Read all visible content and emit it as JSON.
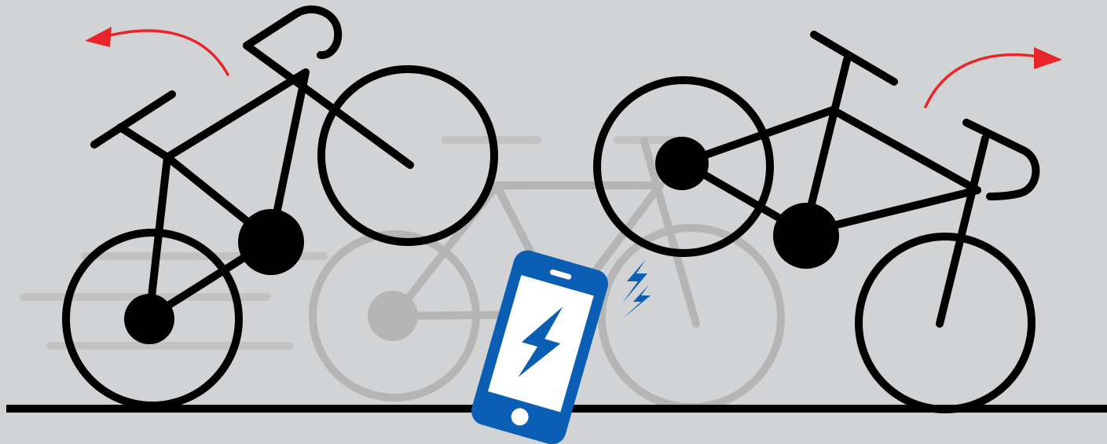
{
  "scene": {
    "background_color": "#d1d3d4",
    "ink_color": "#000000",
    "ghost_color": "#b5b5b5",
    "motion_line_color": "#c2c2c2",
    "arrow_color": "#e8262a",
    "phone_color": "#0a5fb4",
    "phone_screen_color": "#ffffff",
    "icons": [
      "bicycle-left",
      "bicycle-ghost",
      "bicycle-right",
      "smartphone",
      "lightning-bolt",
      "red-arrow"
    ]
  }
}
